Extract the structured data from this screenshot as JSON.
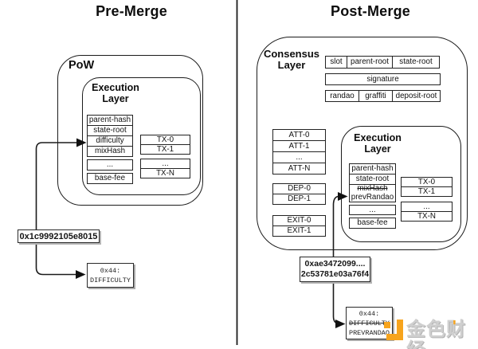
{
  "panels": {
    "pre": {
      "title": "Pre-Merge",
      "pow_label": "PoW",
      "execution_label": {
        "line1": "Execution",
        "line2": "Layer"
      },
      "fields": [
        "parent-hash",
        "state-root",
        "difficulty",
        "mixHash",
        "...",
        "base-fee"
      ],
      "txs": [
        "TX-0",
        "TX-1",
        "...",
        "TX-N"
      ],
      "hash_value": "0x1c9992105e8015",
      "storage": {
        "address": "0x44:",
        "slot": "DIFFICULTY"
      }
    },
    "post": {
      "title": "Post-Merge",
      "consensus_label": {
        "line1": "Consensus",
        "line2": "Layer"
      },
      "beacon_header": [
        "slot",
        "parent-root",
        "state-root"
      ],
      "signature": "signature",
      "beacon_row2": [
        "randao",
        "graffiti",
        "deposit-root"
      ],
      "attestations": [
        "ATT-0",
        "ATT-1",
        "...",
        "ATT-N"
      ],
      "deposits": [
        "DEP-0",
        "DEP-1"
      ],
      "exits": [
        "EXIT-0",
        "EXIT-1"
      ],
      "execution_label": {
        "line1": "Execution",
        "line2": "Layer"
      },
      "fields_top": [
        "parent-hash",
        "state-root"
      ],
      "mix_cell": {
        "old": "mixHash",
        "new": "prevRandao"
      },
      "fields_bottom": [
        "...",
        "base-fee"
      ],
      "txs": [
        "TX-0",
        "TX-1",
        "...",
        "TX-N"
      ],
      "hash_value": {
        "line1": "0xae3472099....",
        "line2": "2c53781e03a76f4"
      },
      "storage": {
        "address": "0x44:",
        "old_slot": "DIFFICULTY",
        "new_slot": "PREVRANDAO"
      }
    }
  },
  "watermark": {
    "text": "金色财经",
    "accent": "'"
  },
  "colors": {
    "ink": "#1b1b1b",
    "watermark_orange": "#f7a41d",
    "watermark_gray": "#cfcfcf"
  }
}
